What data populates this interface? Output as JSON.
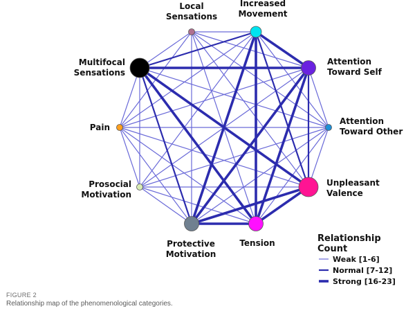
{
  "figure": {
    "label": "FIGURE 2",
    "caption": "Relationship map of the phenomenological categories."
  },
  "colors": {
    "edge": "#2c2cae",
    "edge_weak": "#6a6ad8",
    "node_outline": "#555555"
  },
  "nodes": [
    {
      "id": "local",
      "label_lines": [
        "Local",
        "Sensations"
      ],
      "color": "#b07090",
      "size": "tiny"
    },
    {
      "id": "movement",
      "label_lines": [
        "Increased",
        "Movement"
      ],
      "color": "#00e4f0",
      "size": "small"
    },
    {
      "id": "self",
      "label_lines": [
        "Attention",
        "Toward Self"
      ],
      "color": "#6a22e0",
      "size": "medium"
    },
    {
      "id": "other",
      "label_lines": [
        "Attention",
        "Toward Other"
      ],
      "color": "#1e90d8",
      "size": "tiny"
    },
    {
      "id": "valence",
      "label_lines": [
        "Unpleasant",
        "Valence"
      ],
      "color": "#ff1493",
      "size": "large"
    },
    {
      "id": "tension",
      "label_lines": [
        "Tension"
      ],
      "color": "#ff10ff",
      "size": "medium"
    },
    {
      "id": "protective",
      "label_lines": [
        "Protective",
        "Motivation"
      ],
      "color": "#708090",
      "size": "medium"
    },
    {
      "id": "prosocial",
      "label_lines": [
        "Prosocial",
        "Motivation"
      ],
      "color": "#d8ecb4",
      "size": "tiny"
    },
    {
      "id": "pain",
      "label_lines": [
        "Pain"
      ],
      "color": "#ffa020",
      "size": "tiny"
    },
    {
      "id": "multifocal",
      "label_lines": [
        "Multifocal",
        "Sensations"
      ],
      "color": "#000000",
      "size": "large"
    }
  ],
  "edges": [
    {
      "from": "multifocal",
      "to": "self",
      "strength": "strong"
    },
    {
      "from": "multifocal",
      "to": "valence",
      "strength": "strong"
    },
    {
      "from": "multifocal",
      "to": "tension",
      "strength": "strong"
    },
    {
      "from": "multifocal",
      "to": "movement",
      "strength": "normal"
    },
    {
      "from": "multifocal",
      "to": "protective",
      "strength": "normal"
    },
    {
      "from": "multifocal",
      "to": "pain",
      "strength": "weak"
    },
    {
      "from": "multifocal",
      "to": "prosocial",
      "strength": "weak"
    },
    {
      "from": "multifocal",
      "to": "other",
      "strength": "weak"
    },
    {
      "from": "multifocal",
      "to": "local",
      "strength": "weak"
    },
    {
      "from": "movement",
      "to": "self",
      "strength": "strong"
    },
    {
      "from": "movement",
      "to": "tension",
      "strength": "strong"
    },
    {
      "from": "movement",
      "to": "protective",
      "strength": "strong"
    },
    {
      "from": "movement",
      "to": "valence",
      "strength": "normal"
    },
    {
      "from": "movement",
      "to": "local",
      "strength": "weak"
    },
    {
      "from": "movement",
      "to": "pain",
      "strength": "weak"
    },
    {
      "from": "movement",
      "to": "prosocial",
      "strength": "weak"
    },
    {
      "from": "movement",
      "to": "other",
      "strength": "weak"
    },
    {
      "from": "self",
      "to": "tension",
      "strength": "strong"
    },
    {
      "from": "self",
      "to": "protective",
      "strength": "strong"
    },
    {
      "from": "self",
      "to": "valence",
      "strength": "normal"
    },
    {
      "from": "self",
      "to": "local",
      "strength": "weak"
    },
    {
      "from": "self",
      "to": "pain",
      "strength": "weak"
    },
    {
      "from": "self",
      "to": "prosocial",
      "strength": "weak"
    },
    {
      "from": "self",
      "to": "other",
      "strength": "weak"
    },
    {
      "from": "valence",
      "to": "tension",
      "strength": "strong"
    },
    {
      "from": "valence",
      "to": "protective",
      "strength": "strong"
    },
    {
      "from": "valence",
      "to": "local",
      "strength": "weak"
    },
    {
      "from": "valence",
      "to": "pain",
      "strength": "weak"
    },
    {
      "from": "valence",
      "to": "prosocial",
      "strength": "weak"
    },
    {
      "from": "valence",
      "to": "other",
      "strength": "weak"
    },
    {
      "from": "tension",
      "to": "protective",
      "strength": "strong"
    },
    {
      "from": "tension",
      "to": "local",
      "strength": "weak"
    },
    {
      "from": "tension",
      "to": "pain",
      "strength": "weak"
    },
    {
      "from": "tension",
      "to": "prosocial",
      "strength": "weak"
    },
    {
      "from": "tension",
      "to": "other",
      "strength": "weak"
    },
    {
      "from": "protective",
      "to": "local",
      "strength": "weak"
    },
    {
      "from": "protective",
      "to": "pain",
      "strength": "weak"
    },
    {
      "from": "protective",
      "to": "prosocial",
      "strength": "weak"
    },
    {
      "from": "protective",
      "to": "other",
      "strength": "weak"
    },
    {
      "from": "pain",
      "to": "prosocial",
      "strength": "weak"
    },
    {
      "from": "pain",
      "to": "other",
      "strength": "weak"
    },
    {
      "from": "pain",
      "to": "local",
      "strength": "weak"
    },
    {
      "from": "prosocial",
      "to": "other",
      "strength": "weak"
    },
    {
      "from": "local",
      "to": "other",
      "strength": "weak"
    }
  ],
  "legend": {
    "title_lines": [
      "Relationship",
      "Count"
    ],
    "items": [
      {
        "strength": "weak",
        "label": "Weak [1-6]"
      },
      {
        "strength": "normal",
        "label": "Normal  [7-12]"
      },
      {
        "strength": "strong",
        "label": "Strong  [16-23]"
      }
    ]
  }
}
